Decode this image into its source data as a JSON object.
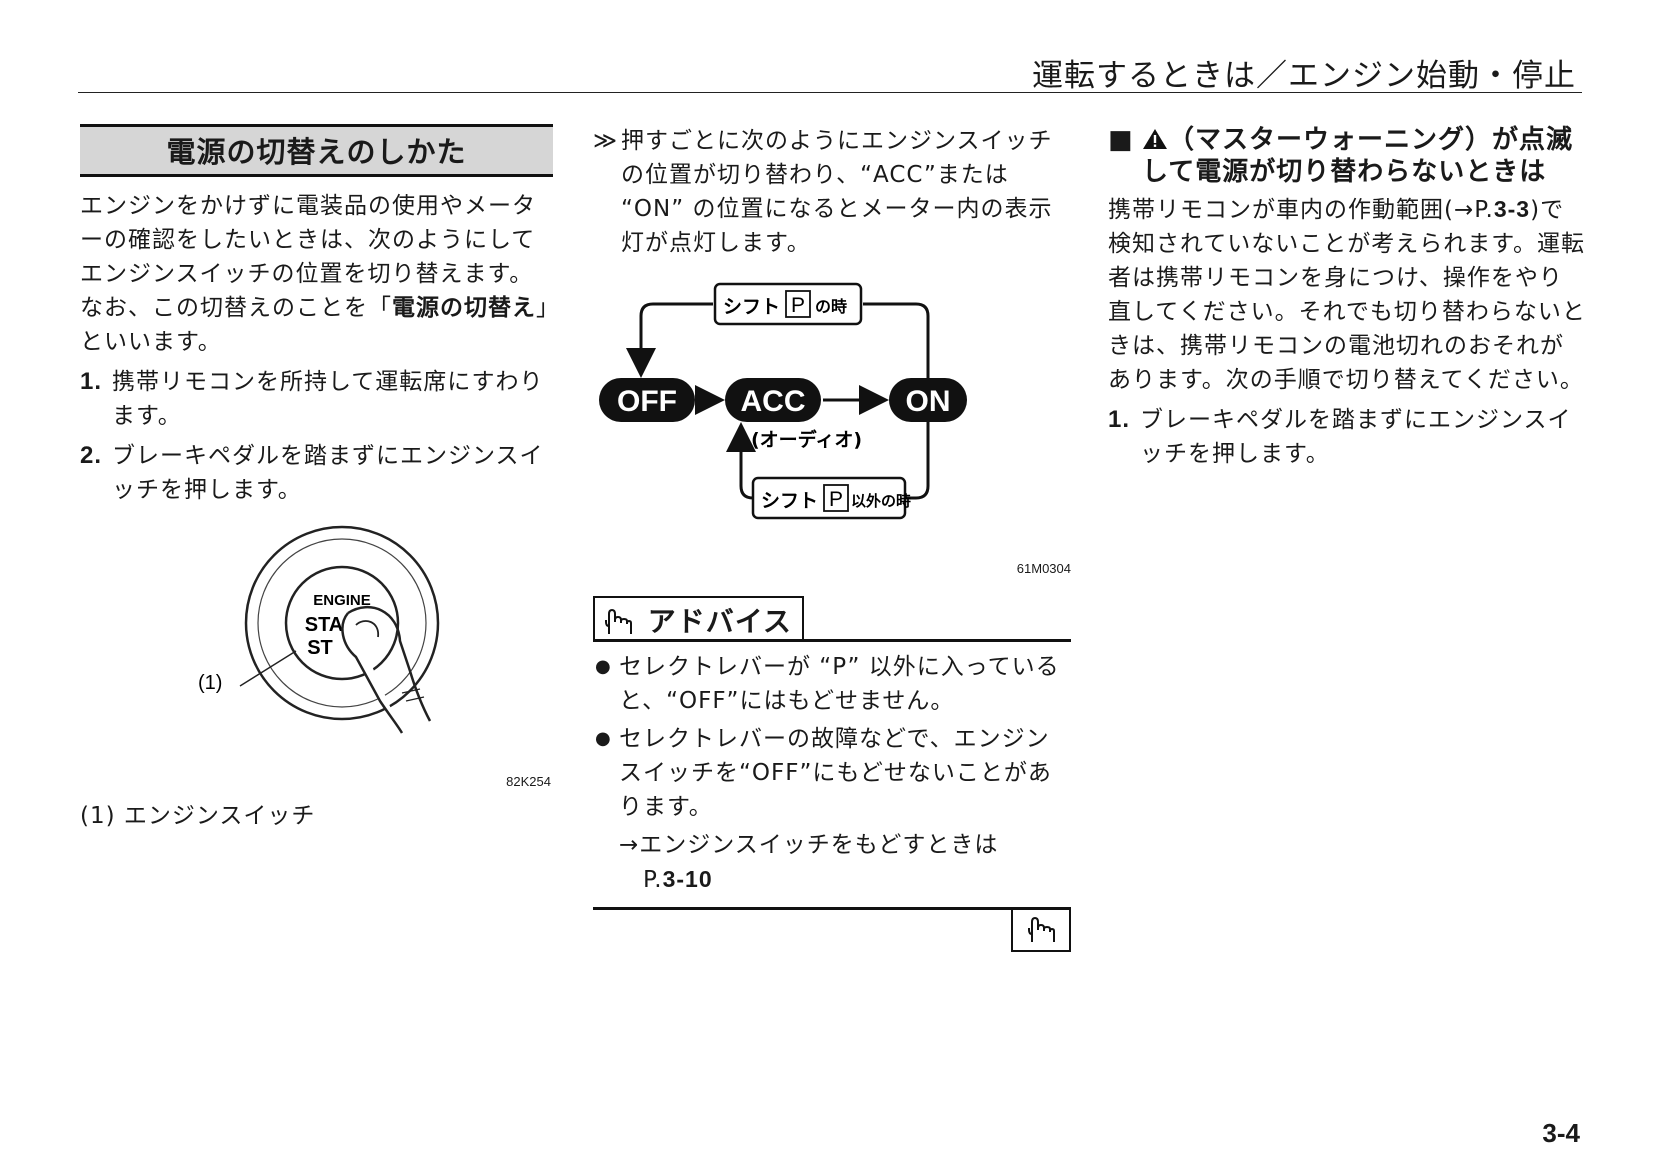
{
  "header": {
    "title": "運転するときは／エンジン始動・停止"
  },
  "left": {
    "section_title": "電源の切替えのしかた",
    "intro": "エンジンをかけずに電装品の使用やメーターの確認をしたいときは、次のようにしてエンジンスイッチの位置を切り替えます。",
    "note_pre": "なお、この切替えのことを「",
    "note_bold": "電源の切替え",
    "note_post": "」といいます。",
    "steps": [
      {
        "num": "1.",
        "text": "携帯リモコンを所持して運転席にすわります。"
      },
      {
        "num": "2.",
        "text": "ブレーキペダルを踏まずにエンジンスイッチを押します。"
      }
    ],
    "figure": {
      "button_text_1": "ENGINE",
      "button_text_2": "STA",
      "button_text_3": "ST",
      "callout": "(1)",
      "code": "82K254"
    },
    "caption": "(1) エンジンスイッチ"
  },
  "middle": {
    "lead_mark": "≫",
    "lead": "押すごとに次のようにエンジンスイッチの位置が切り替わり、“ACC”または “ON” の位置になるとメーター内の表示灯が点灯します。",
    "diagram": {
      "top_label_pre": "シフト",
      "top_label_p": "P",
      "top_label_post": "の時",
      "state_off": "OFF",
      "state_acc": "ACC",
      "state_on": "ON",
      "acc_sub": "(オーディオ)",
      "bottom_label_pre": "シフト",
      "bottom_label_p": "P",
      "bottom_label_post": "以外の時",
      "code": "61M0304"
    },
    "advice": {
      "title": "アドバイス",
      "bullets": [
        "セレクトレバーが “P” 以外に入っていると、“OFF”にはもどせません。",
        "セレクトレバーの故障などで、エンジンスイッチを“OFF”にもどせないことがあります。"
      ],
      "ref_text": "→エンジンスイッチをもどすときは",
      "ref_page_prefix": "P.",
      "ref_page": "3-10"
    }
  },
  "right": {
    "sub_title_line1": "（マスターウォーニング）が点滅",
    "sub_title_line2": "して電源が切り替わらないときは",
    "para_pre": "携帯リモコンが車内の作動範囲(→P.",
    "para_ref": "3-3",
    "para_post": ")で検知されていないことが考えられます。運転者は携帯リモコンを身につけ、操作をやり直してください。それでも切り替わらないときは、携帯リモコンの電池切れのおそれがあります。次の手順で切り替えてください。",
    "steps": [
      {
        "num": "1.",
        "text": "ブレーキペダルを踏まずにエンジンスイッチを押します。"
      }
    ]
  },
  "footer": {
    "page_number": "3-4"
  }
}
